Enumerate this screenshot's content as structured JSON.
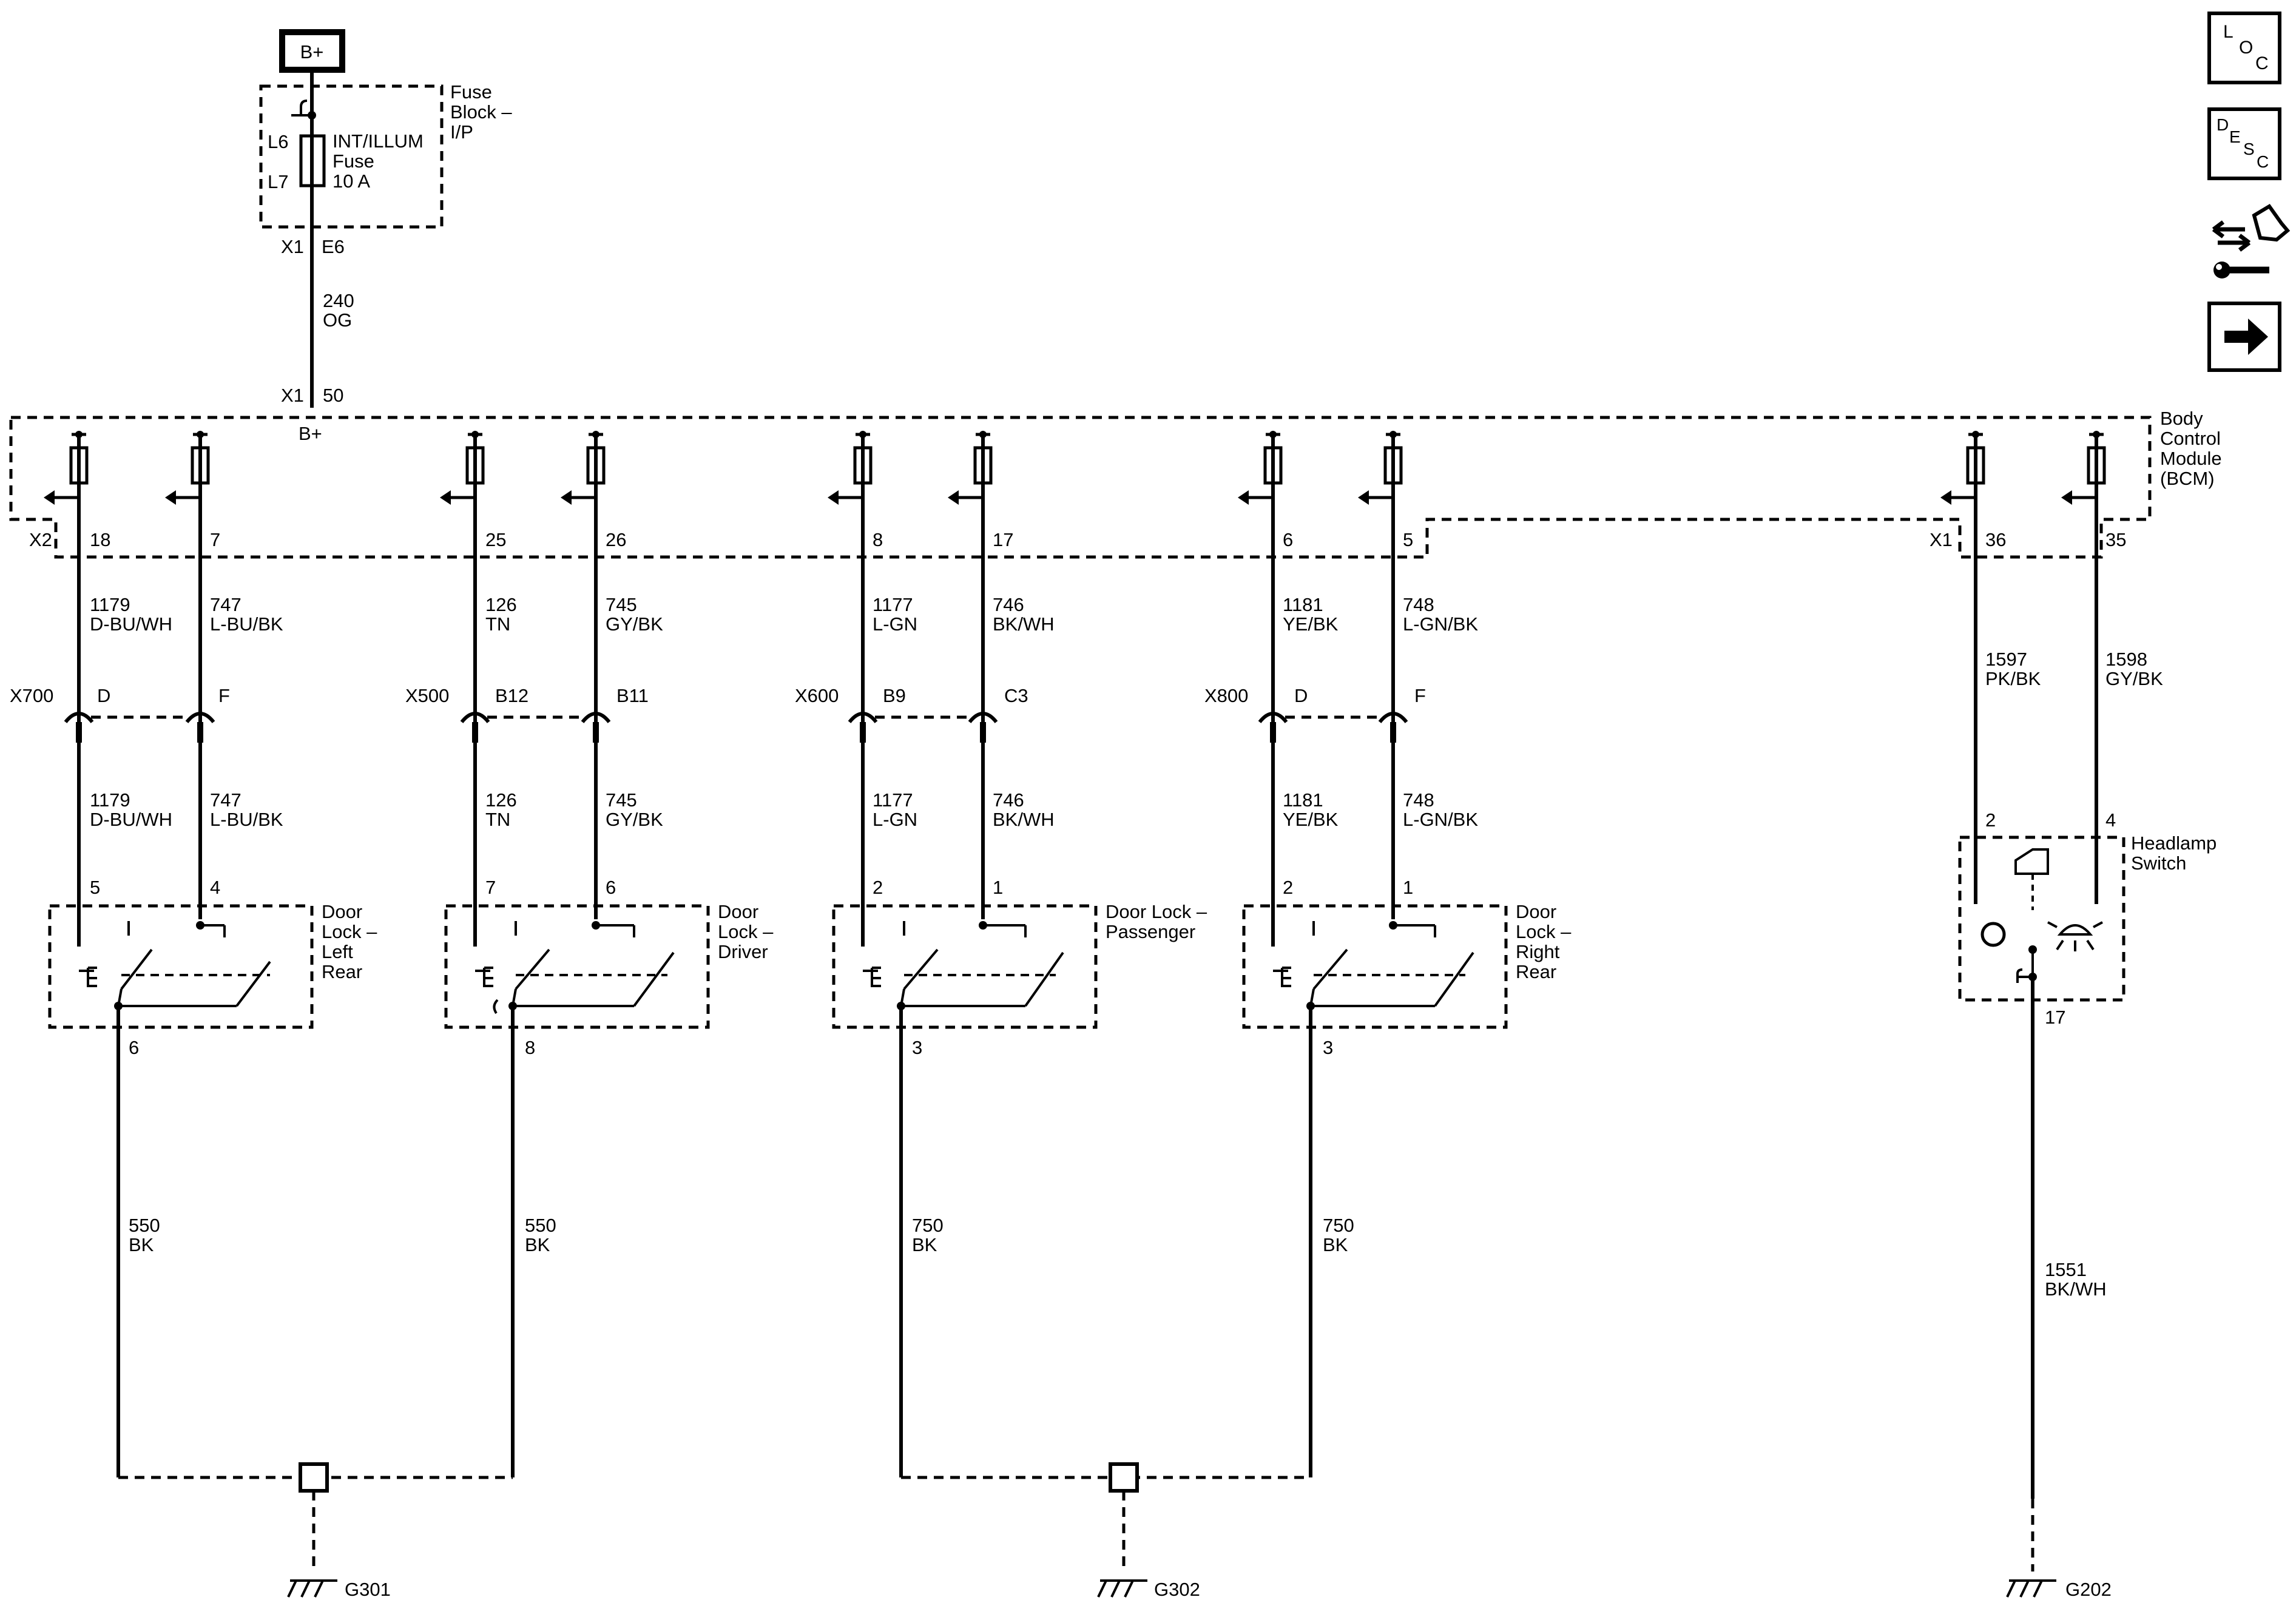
{
  "power": {
    "bplus_box": "B+",
    "bplus_bcm": "B+"
  },
  "fuse_block": {
    "title_lines": [
      "Fuse",
      "Block –",
      "I/P"
    ],
    "fuse_lines": [
      "INT/ILLUM",
      "Fuse",
      "10 A"
    ],
    "pin_l6": "L6",
    "pin_l7": "L7",
    "conn_x1": "X1",
    "pin_e6": "E6"
  },
  "feed_wire": {
    "circuit": "240",
    "color": "OG"
  },
  "bcm": {
    "title_lines": [
      "Body",
      "Control",
      "Module",
      "(BCM)"
    ],
    "conn_x1": "X1",
    "pin_50": "50",
    "conn_x2": "X2",
    "conn_x1_right": "X1"
  },
  "nav": {
    "loc": [
      "L",
      "O",
      "C"
    ],
    "desc": [
      "D",
      "E",
      "S",
      "C"
    ]
  },
  "door_groups": [
    {
      "conn": "X700",
      "pins": [
        "D",
        "F"
      ],
      "bcm_pins": [
        "18",
        "7"
      ],
      "wires": [
        {
          "circuit": "1179",
          "color": "D-BU/WH"
        },
        {
          "circuit": "747",
          "color": "L-BU/BK"
        }
      ],
      "sw_pins": [
        "5",
        "4"
      ],
      "title_lines": [
        "Door",
        "Lock –",
        "Left",
        "Rear"
      ],
      "gnd_pin": "6",
      "gnd_wire": {
        "circuit": "550",
        "color": "BK"
      }
    },
    {
      "conn": "X500",
      "pins": [
        "B12",
        "B11"
      ],
      "bcm_pins": [
        "25",
        "26"
      ],
      "wires": [
        {
          "circuit": "126",
          "color": "TN"
        },
        {
          "circuit": "745",
          "color": "GY/BK"
        }
      ],
      "sw_pins": [
        "7",
        "6"
      ],
      "title_lines": [
        "Door",
        "Lock –",
        "Driver"
      ],
      "gnd_pin": "8",
      "gnd_wire": {
        "circuit": "550",
        "color": "BK"
      }
    },
    {
      "conn": "X600",
      "pins": [
        "B9",
        "C3"
      ],
      "bcm_pins": [
        "8",
        "17"
      ],
      "wires": [
        {
          "circuit": "1177",
          "color": "L-GN"
        },
        {
          "circuit": "746",
          "color": "BK/WH"
        }
      ],
      "sw_pins": [
        "2",
        "1"
      ],
      "title_lines": [
        "Door Lock –",
        "Passenger"
      ],
      "gnd_pin": "3",
      "gnd_wire": {
        "circuit": "750",
        "color": "BK"
      }
    },
    {
      "conn": "X800",
      "pins": [
        "D",
        "F"
      ],
      "bcm_pins": [
        "6",
        "5"
      ],
      "wires": [
        {
          "circuit": "1181",
          "color": "YE/BK"
        },
        {
          "circuit": "748",
          "color": "L-GN/BK"
        }
      ],
      "sw_pins": [
        "2",
        "1"
      ],
      "title_lines": [
        "Door",
        "Lock –",
        "Right",
        "Rear"
      ],
      "gnd_pin": "3",
      "gnd_wire": {
        "circuit": "750",
        "color": "BK"
      }
    }
  ],
  "headlamp": {
    "bcm_pins": [
      "36",
      "35"
    ],
    "wires": [
      {
        "circuit": "1597",
        "color": "PK/BK"
      },
      {
        "circuit": "1598",
        "color": "GY/BK"
      }
    ],
    "sw_pins": [
      "2",
      "4"
    ],
    "title_lines": [
      "Headlamp",
      "Switch"
    ],
    "gnd_pin": "17",
    "gnd_wire": {
      "circuit": "1551",
      "color": "BK/WH"
    }
  },
  "grounds": [
    "G301",
    "G302",
    "G202"
  ]
}
